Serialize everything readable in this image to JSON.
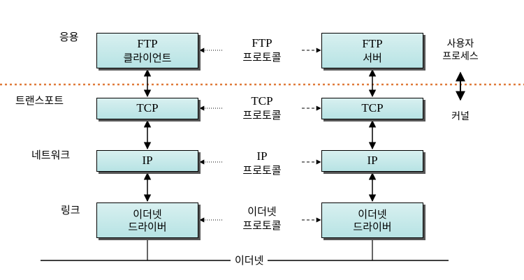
{
  "layers": {
    "application": "응용",
    "transport": "트랜스포트",
    "network": "네트워크",
    "link": "링크"
  },
  "client": {
    "ftp_line1": "FTP",
    "ftp_line2": "클라이언트",
    "tcp": "TCP",
    "ip": "IP",
    "eth_line1": "이더넷",
    "eth_line2": "드라이버"
  },
  "server": {
    "ftp_line1": "FTP",
    "ftp_line2": "서버",
    "tcp": "TCP",
    "ip": "IP",
    "eth_line1": "이더넷",
    "eth_line2": "드라이버"
  },
  "protocols": {
    "ftp_line1": "FTP",
    "ftp_line2": "프로토콜",
    "tcp_line1": "TCP",
    "tcp_line2": "프로토콜",
    "ip_line1": "IP",
    "ip_line2": "프로토콜",
    "eth_line1": "이더넷",
    "eth_line2": "프로토콜"
  },
  "side": {
    "user_process_line1": "사용자",
    "user_process_line2": "프로세스",
    "kernel": "커널"
  },
  "ethernet_label": "이더넷",
  "colors": {
    "box_fill": "#b7e3e4",
    "divider": "#e07a3a"
  }
}
